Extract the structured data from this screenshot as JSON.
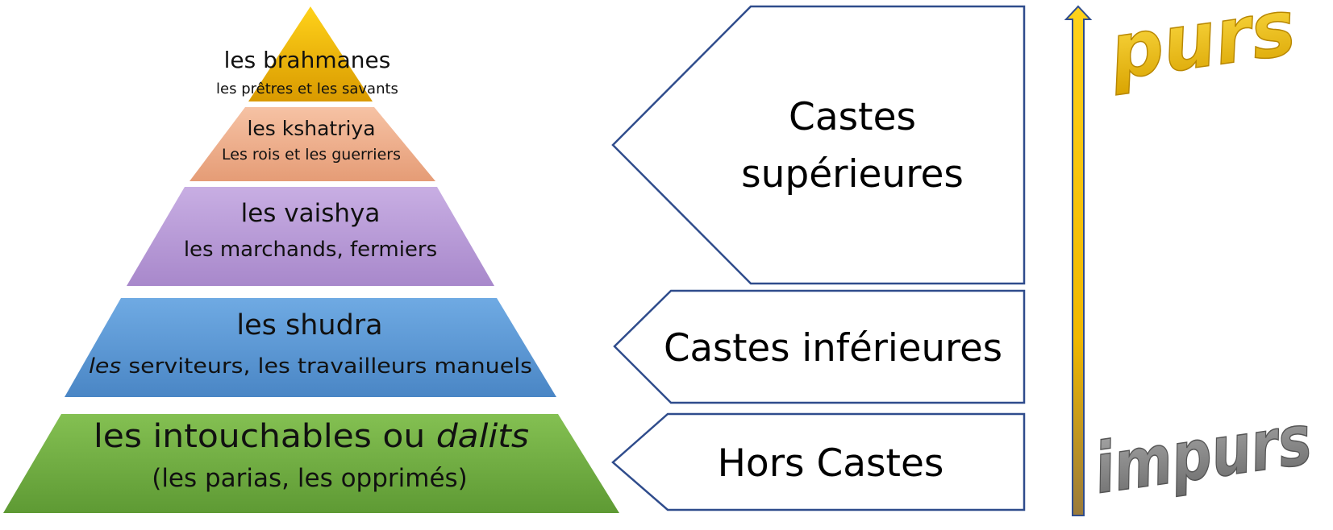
{
  "pyramid": {
    "tiers": [
      {
        "title": "les brahmanes",
        "subtitle": "les prêtres et les savants",
        "color": "#F5C000"
      },
      {
        "title": "les kshatriya",
        "subtitle": "Les rois et les guerriers",
        "color": "#EFB08E"
      },
      {
        "title": "les vaishya",
        "subtitle": "les marchands, fermiers",
        "color": "#B799D6"
      },
      {
        "title": "les shudra",
        "subtitle_italic": "les",
        "subtitle": " serviteurs, les travailleurs manuels",
        "color": "#5E9DD8"
      },
      {
        "title": "les intouchables ou ",
        "title_italic": "dalits",
        "subtitle": "(les parias, les opprimés)",
        "color": "#73B045"
      }
    ]
  },
  "callouts": [
    {
      "lines": [
        "Castes",
        "supérieures"
      ]
    },
    {
      "lines": [
        "Castes inférieures"
      ]
    },
    {
      "lines": [
        "Hors Castes"
      ]
    }
  ],
  "scale": {
    "top_label": "purs",
    "bottom_label": "impurs",
    "colors": {
      "arrow_gold": "#F5C000",
      "arrow_outline": "#2F4C8C",
      "top_label": "#F2C200",
      "bottom_label": "#8A8A8A"
    }
  },
  "colors": {
    "callout_border": "#2F4C8C"
  }
}
